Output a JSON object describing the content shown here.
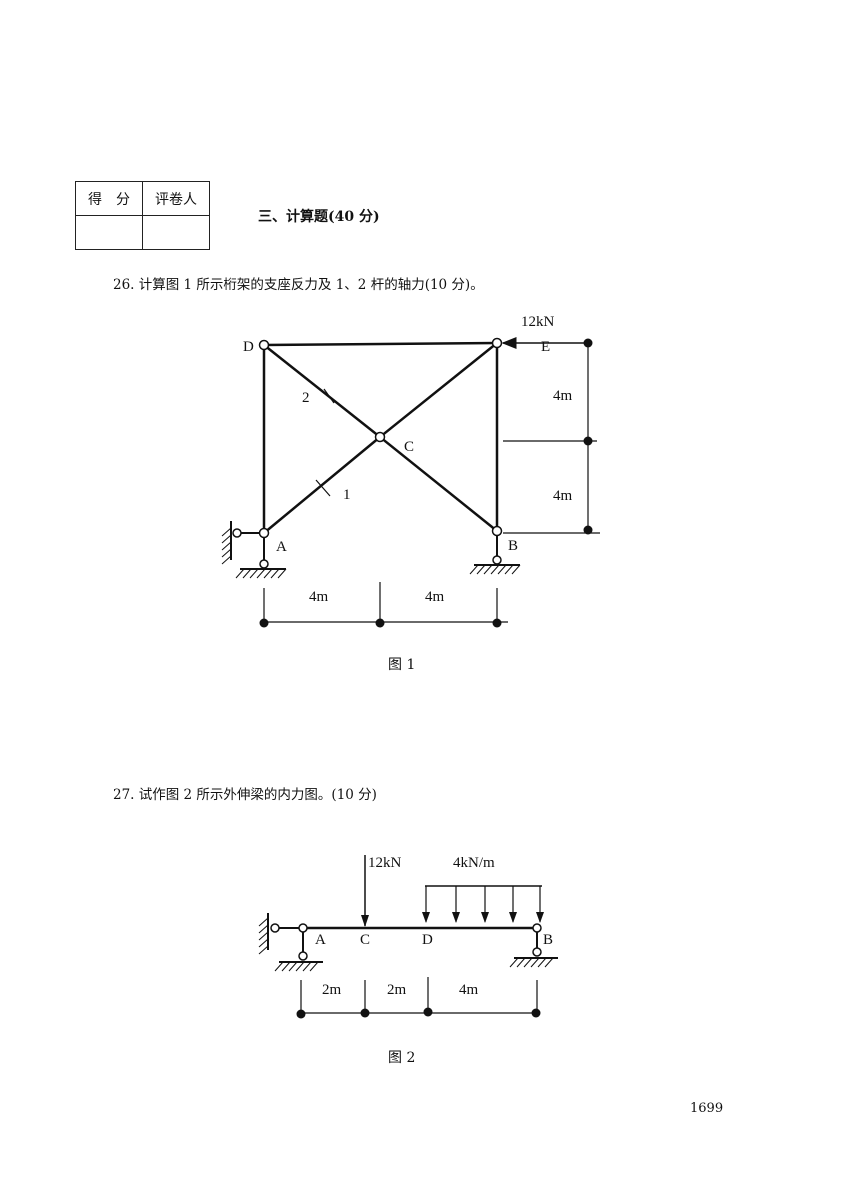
{
  "score_table": {
    "col1": "得　分",
    "col2": "评卷人"
  },
  "section_title": "三、计算题(40 分)",
  "q26": {
    "text": "26. 计算图 1 所示桁架的支座反力及 1、2 杆的轴力(10 分)。",
    "caption": "图 1",
    "labels": {
      "D": "D",
      "E": "E",
      "C": "C",
      "A": "A",
      "B": "B",
      "bar1": "1",
      "bar2": "2",
      "load": "12kN",
      "h1": "4m",
      "h2": "4m",
      "w1": "4m",
      "w2": "4m"
    }
  },
  "q27": {
    "text": "27. 试作图 2 所示外伸梁的内力图。(10 分)",
    "caption": "图 2",
    "labels": {
      "A": "A",
      "C": "C",
      "D": "D",
      "B": "B",
      "point_load": "12kN",
      "dist_load": "4kN/m",
      "d1": "2m",
      "d2": "2m",
      "d3": "4m"
    }
  },
  "page_number": "1699"
}
